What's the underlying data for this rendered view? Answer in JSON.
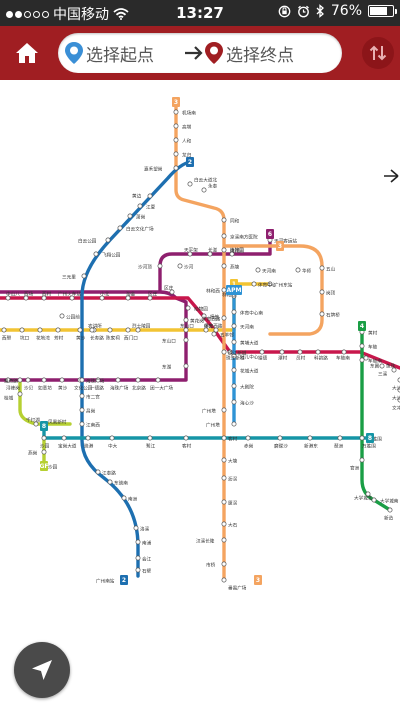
{
  "status_bar": {
    "carrier": "中国移动",
    "time": "13:27",
    "battery": "76%",
    "battery_level": 0.76,
    "signal_bars_filled": 2,
    "signal_bars_total": 5
  },
  "header": {
    "start_placeholder": "选择起点",
    "end_placeholder": "选择终点",
    "colors": {
      "bar": "#a01e22",
      "start_pin": "#3a8fd6",
      "end_pin": "#a01e22"
    }
  },
  "icons": {
    "home": "home-icon",
    "start_pin": "start-pin-icon",
    "end_pin": "end-pin-icon",
    "arrow": "arrow-right-icon",
    "swap": "swap-icon",
    "locate": "locate-arrow-icon"
  },
  "map": {
    "line_colors": {
      "line1": "#f2c433",
      "line2": "#1d6fb0",
      "line3": "#f4a460",
      "line4": "#1a9e45",
      "line5": "#c8174c",
      "line6": "#8e1f6e",
      "line8": "#1595a6",
      "apm": "#2e93d5",
      "guangfo": "#b6d032"
    },
    "line_badges": [
      "3",
      "2",
      "1",
      "6",
      "3",
      "APM",
      "4",
      "8",
      "8",
      "GF",
      "2",
      "3"
    ],
    "stations": {
      "line3_north": [
        "机场南",
        "高增",
        "人和",
        "龙归",
        "嘉禾望岗",
        "白云大道北",
        "永泰",
        "同和",
        "京溪南方医院",
        "梅花园",
        "燕塘"
      ],
      "line2_north": [
        "黄边",
        "江夏",
        "萧岗",
        "白云文化广场",
        "白云公园",
        "飞翔公园",
        "三元里"
      ],
      "line6": [
        "浔峰岗",
        "沙贝",
        "如意坊",
        "黄沙",
        "文化公园",
        "一德路",
        "海珠广场",
        "北京路",
        "团一大广场",
        "东湖",
        "东山口",
        "黄花岗",
        "区庄",
        "天平架",
        "长湴",
        "植物园",
        "沙河顶",
        "沙河",
        "天河客运站"
      ],
      "line5": [
        "中山八",
        "西场",
        "西村",
        "广州火车站",
        "小北",
        "淘金",
        "区庄",
        "动物园",
        "杨箕",
        "五羊邨",
        "珠江新城",
        "猎德",
        "潭村",
        "员村",
        "科韵路",
        "车陂南",
        "东圃",
        "三溪",
        "鱼珠",
        "大沙地",
        "大沙东",
        "文冲"
      ],
      "line1": [
        "西塱",
        "坑口",
        "花地湾",
        "芳村",
        "黄沙",
        "长寿路",
        "陈家祠",
        "西门口",
        "公园前",
        "农讲所",
        "烈士陵园",
        "东山口",
        "杨箕",
        "体育西路",
        "体育中心",
        "广州东站"
      ],
      "line3_loop": [
        "林和西",
        "体育西路",
        "珠江新城",
        "广州塔",
        "客村",
        "大塘",
        "沥滘",
        "厦滘",
        "大石",
        "汉溪长隆",
        "市桥",
        "番禺广场",
        "天河南",
        "华师",
        "五山",
        "岗顶",
        "石牌桥"
      ],
      "apm": [
        "林和西",
        "体育中心南",
        "天河南",
        "黄埔大道",
        "妇儿中心",
        "花城大道",
        "大剧院",
        "海心沙",
        "广州塔"
      ],
      "line8": [
        "凤凰新村",
        "沙园",
        "宝岗大道",
        "晓港",
        "中大",
        "鹭江",
        "客村",
        "赤岗",
        "磨碟沙",
        "新港东",
        "琶洲",
        "万胜围"
      ],
      "line2_south": [
        "昌岗",
        "江南西",
        "市二宫",
        "海珠广场",
        "江泰路",
        "东晓南",
        "南洲",
        "洛溪",
        "南浦",
        "会江",
        "石壁",
        "广州南站"
      ],
      "line4": [
        "黄村",
        "车陂",
        "车陂南",
        "万胜围",
        "官洲",
        "大学城北",
        "大学城南",
        "新造"
      ],
      "guangfo": [
        "魁奇路",
        "桂城",
        "千灯湖",
        "燕岗",
        "沙园"
      ]
    }
  }
}
